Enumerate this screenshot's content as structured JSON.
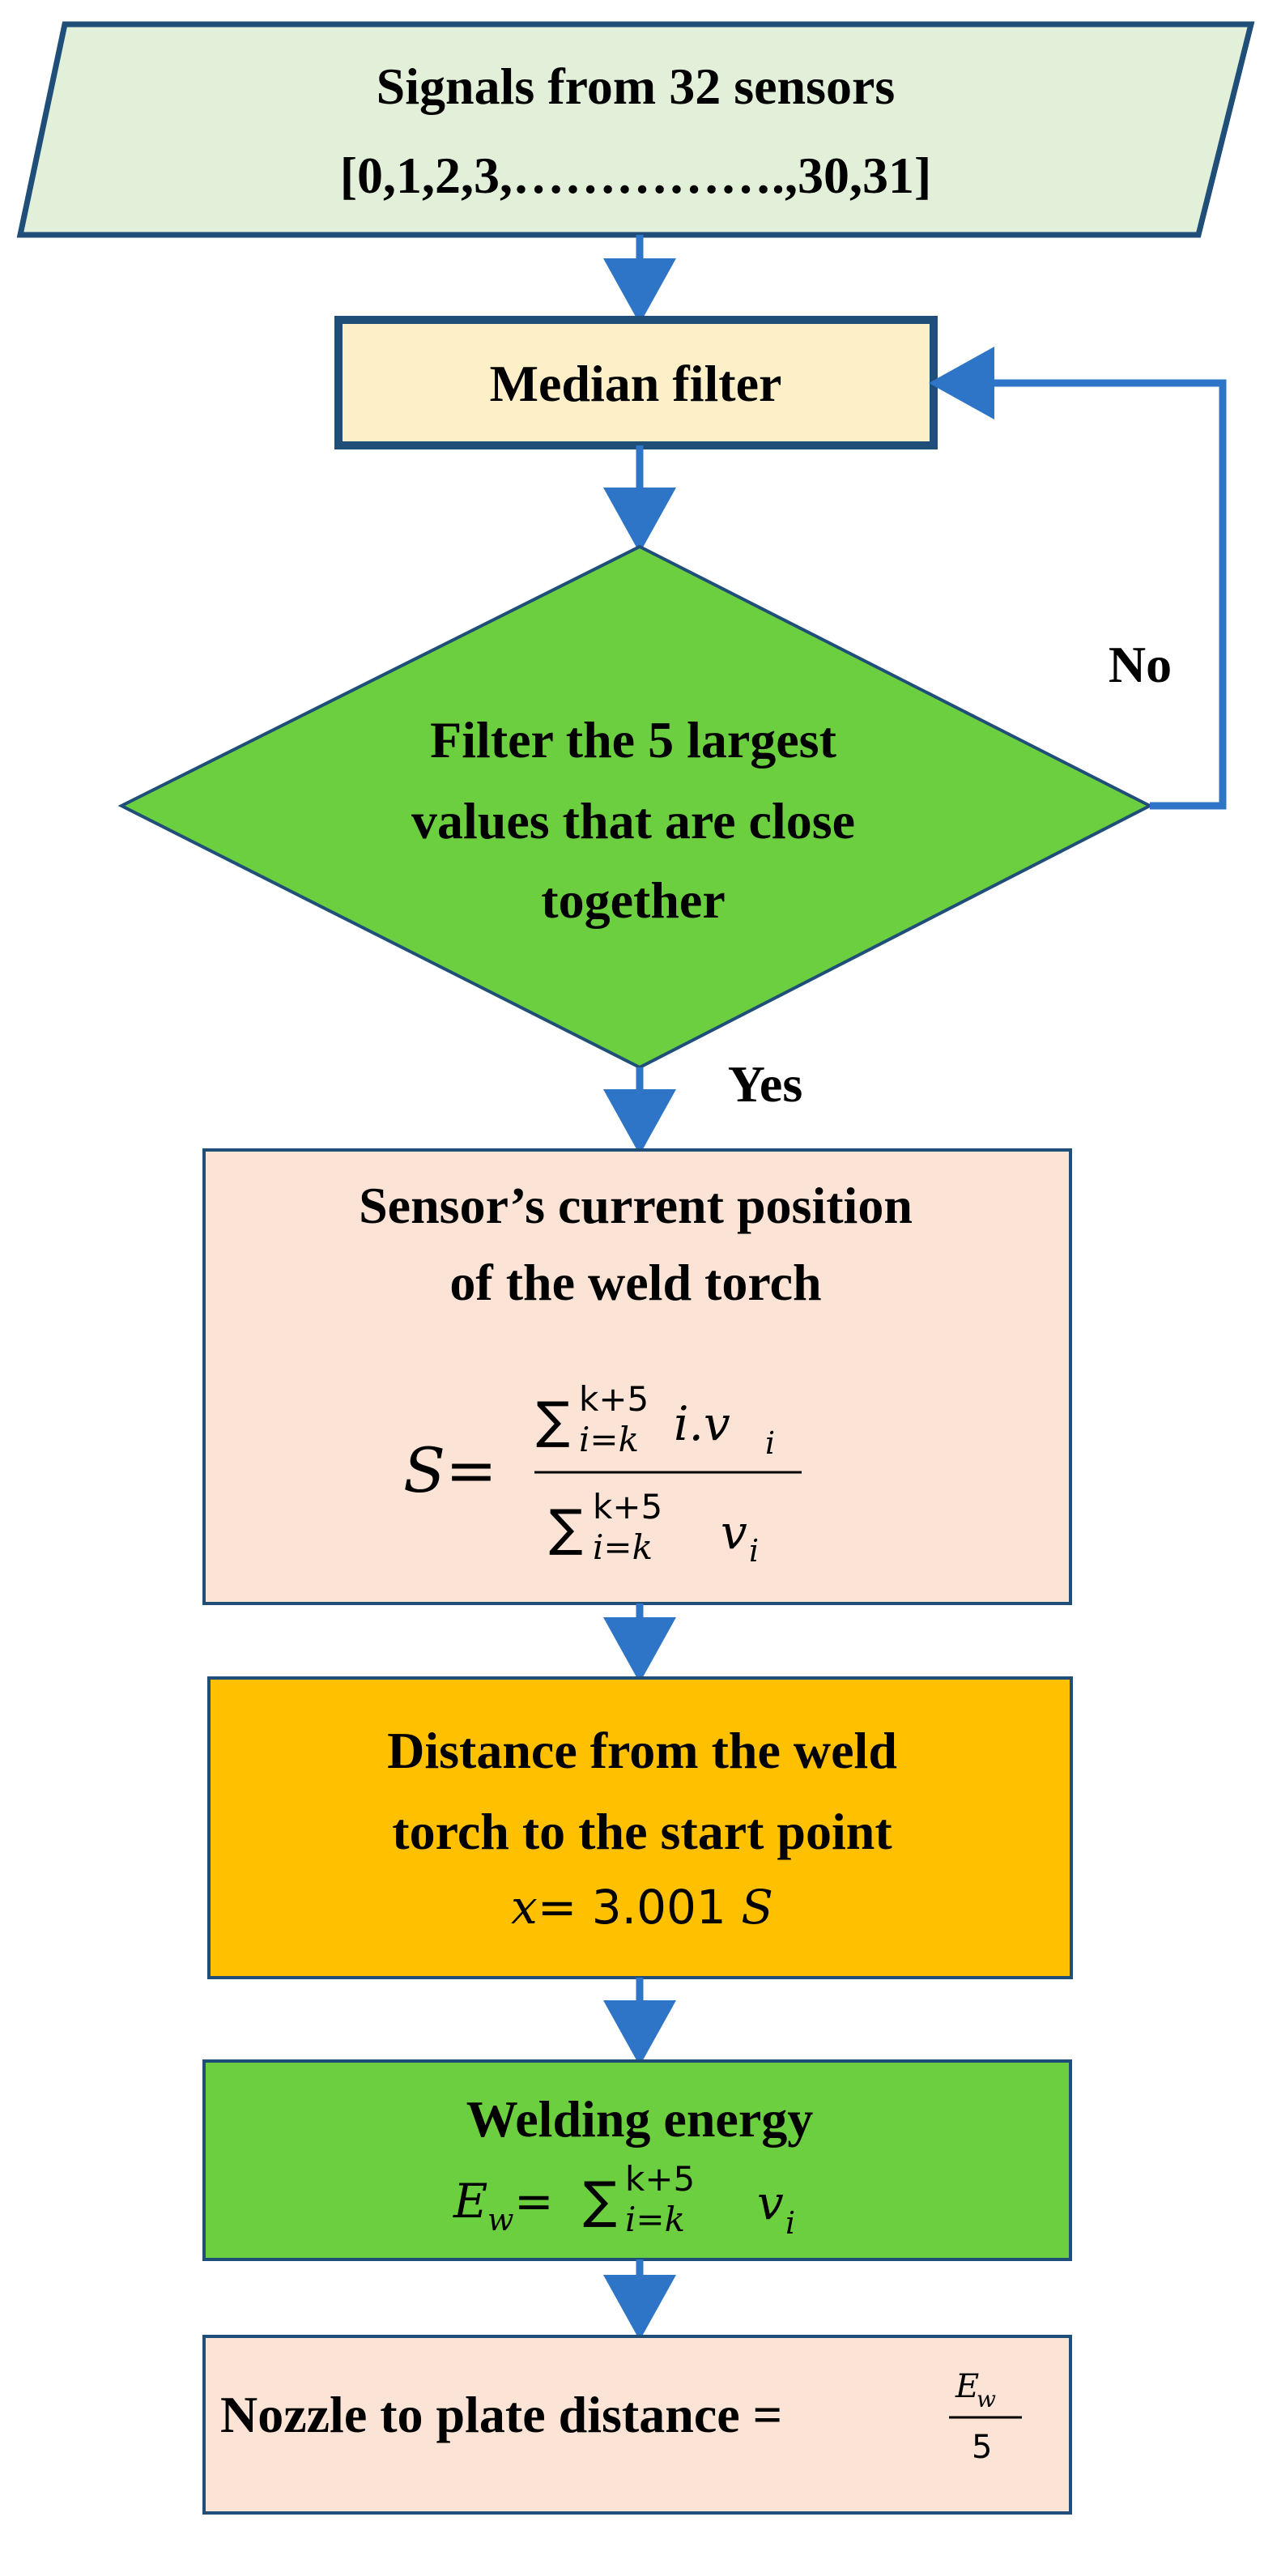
{
  "input": {
    "line1": "Signals from 32 sensors",
    "line2": "[0,1,2,3,…………….,30,31]"
  },
  "median_filter": {
    "label": "Median filter"
  },
  "decision": {
    "line1": "Filter the 5 largest",
    "line2": "values that are close",
    "line3": "together",
    "no_label": "No",
    "yes_label": "Yes"
  },
  "position": {
    "line1": "Sensor’s current position",
    "line2": "of the weld torch",
    "formula_lhs": "S=",
    "sum_symbol": "∑",
    "upper_limit": "k+5",
    "lower_limit": "i=k",
    "numerator_term": "i.v",
    "numerator_sub": "i",
    "denominator_term": "v",
    "denominator_sub": "i"
  },
  "distance": {
    "line1": "Distance from the weld",
    "line2": "torch to the start point",
    "formula_var": "x",
    "formula_eq": "= 3.001 ",
    "formula_s": "S"
  },
  "energy": {
    "title": "Welding energy",
    "lhs": "E",
    "lhs_sub": "w",
    "eq": " = ",
    "sum_symbol": "∑",
    "upper_limit": "k+5",
    "lower_limit": "i=k",
    "term": "v",
    "term_sub": "i"
  },
  "nozzle": {
    "label": "Nozzle to plate distance =",
    "frac_num": "E",
    "frac_num_sub": "w",
    "frac_den": "5"
  },
  "colors": {
    "stroke": "#1f4e79",
    "arrow": "#2e75c8",
    "input_fill": "#e2f0d9",
    "median_fill": "#fdf0c9",
    "decision_fill": "#6ccf3f",
    "position_fill": "#fbe3d6",
    "distance_fill": "#ffc000",
    "energy_fill": "#6ccf3f",
    "nozzle_fill": "#fbe3d6"
  }
}
